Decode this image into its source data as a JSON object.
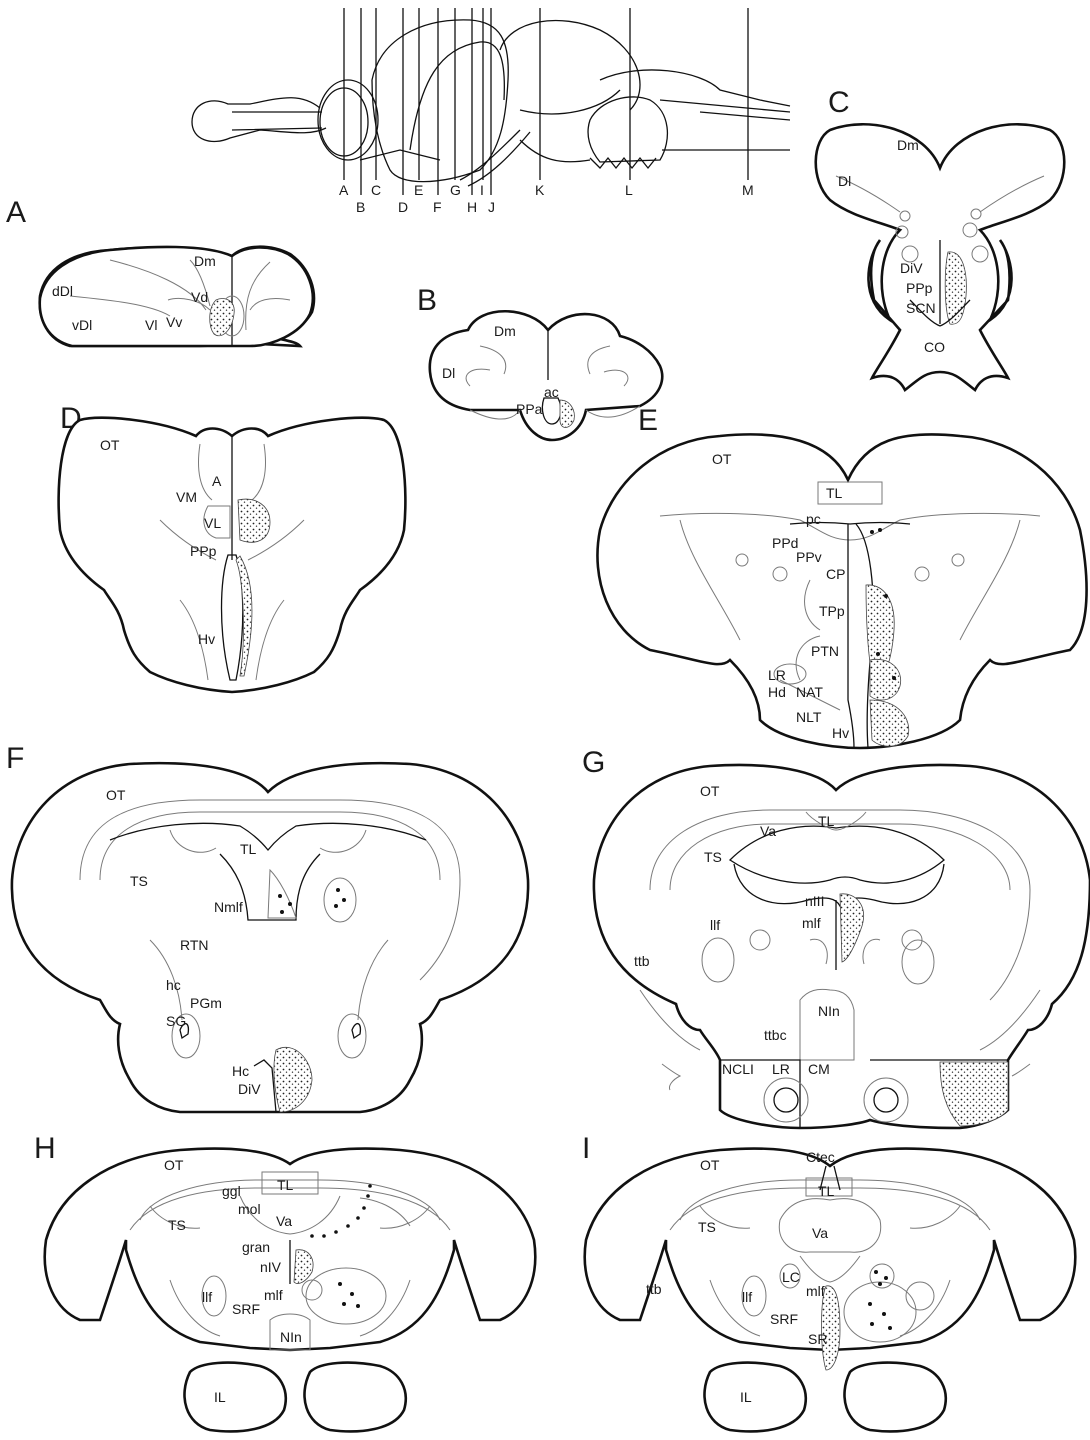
{
  "figure": {
    "slice_letters": [
      "A",
      "B",
      "C",
      "D",
      "E",
      "F",
      "G",
      "H",
      "I",
      "J",
      "K",
      "L",
      "M"
    ],
    "panels": {
      "A": {
        "letter": "A",
        "labels": [
          "Dm",
          "dDl",
          "Vd",
          "vDl",
          "Vl",
          "Vv"
        ]
      },
      "B": {
        "letter": "B",
        "labels": [
          "Dm",
          "Dl",
          "ac",
          "PPa"
        ]
      },
      "C": {
        "letter": "C",
        "labels": [
          "Dm",
          "Dl",
          "DiV",
          "PPp",
          "SCN",
          "CO"
        ]
      },
      "D": {
        "letter": "D",
        "labels": [
          "OT",
          "VM",
          "A",
          "VL",
          "PPp",
          "Hv"
        ]
      },
      "E": {
        "letter": "E",
        "labels": [
          "OT",
          "TL",
          "pc",
          "PPd",
          "PPv",
          "CP",
          "TPp",
          "PTN",
          "LR",
          "Hd",
          "NAT",
          "NLT",
          "Hv"
        ]
      },
      "F": {
        "letter": "F",
        "labels": [
          "OT",
          "TL",
          "TS",
          "Nmlf",
          "RTN",
          "hc",
          "PGm",
          "SG",
          "Hc",
          "DiV"
        ]
      },
      "G": {
        "letter": "G",
        "labels": [
          "OT",
          "Va",
          "TL",
          "TS",
          "nIII",
          "llf",
          "mlf",
          "ttb",
          "NIn",
          "ttbc",
          "NCLI",
          "LR",
          "CM"
        ]
      },
      "H": {
        "letter": "H",
        "labels": [
          "OT",
          "ggl",
          "TL",
          "mol",
          "Va",
          "TS",
          "gran",
          "nIV",
          "llf",
          "mlf",
          "SRF",
          "NIn",
          "IL"
        ]
      },
      "I": {
        "letter": "I",
        "labels": [
          "OT",
          "Ctec",
          "TL",
          "TS",
          "Va",
          "ttb",
          "LC",
          "llf",
          "mlf",
          "SRF",
          "SR",
          "IL"
        ]
      }
    }
  }
}
